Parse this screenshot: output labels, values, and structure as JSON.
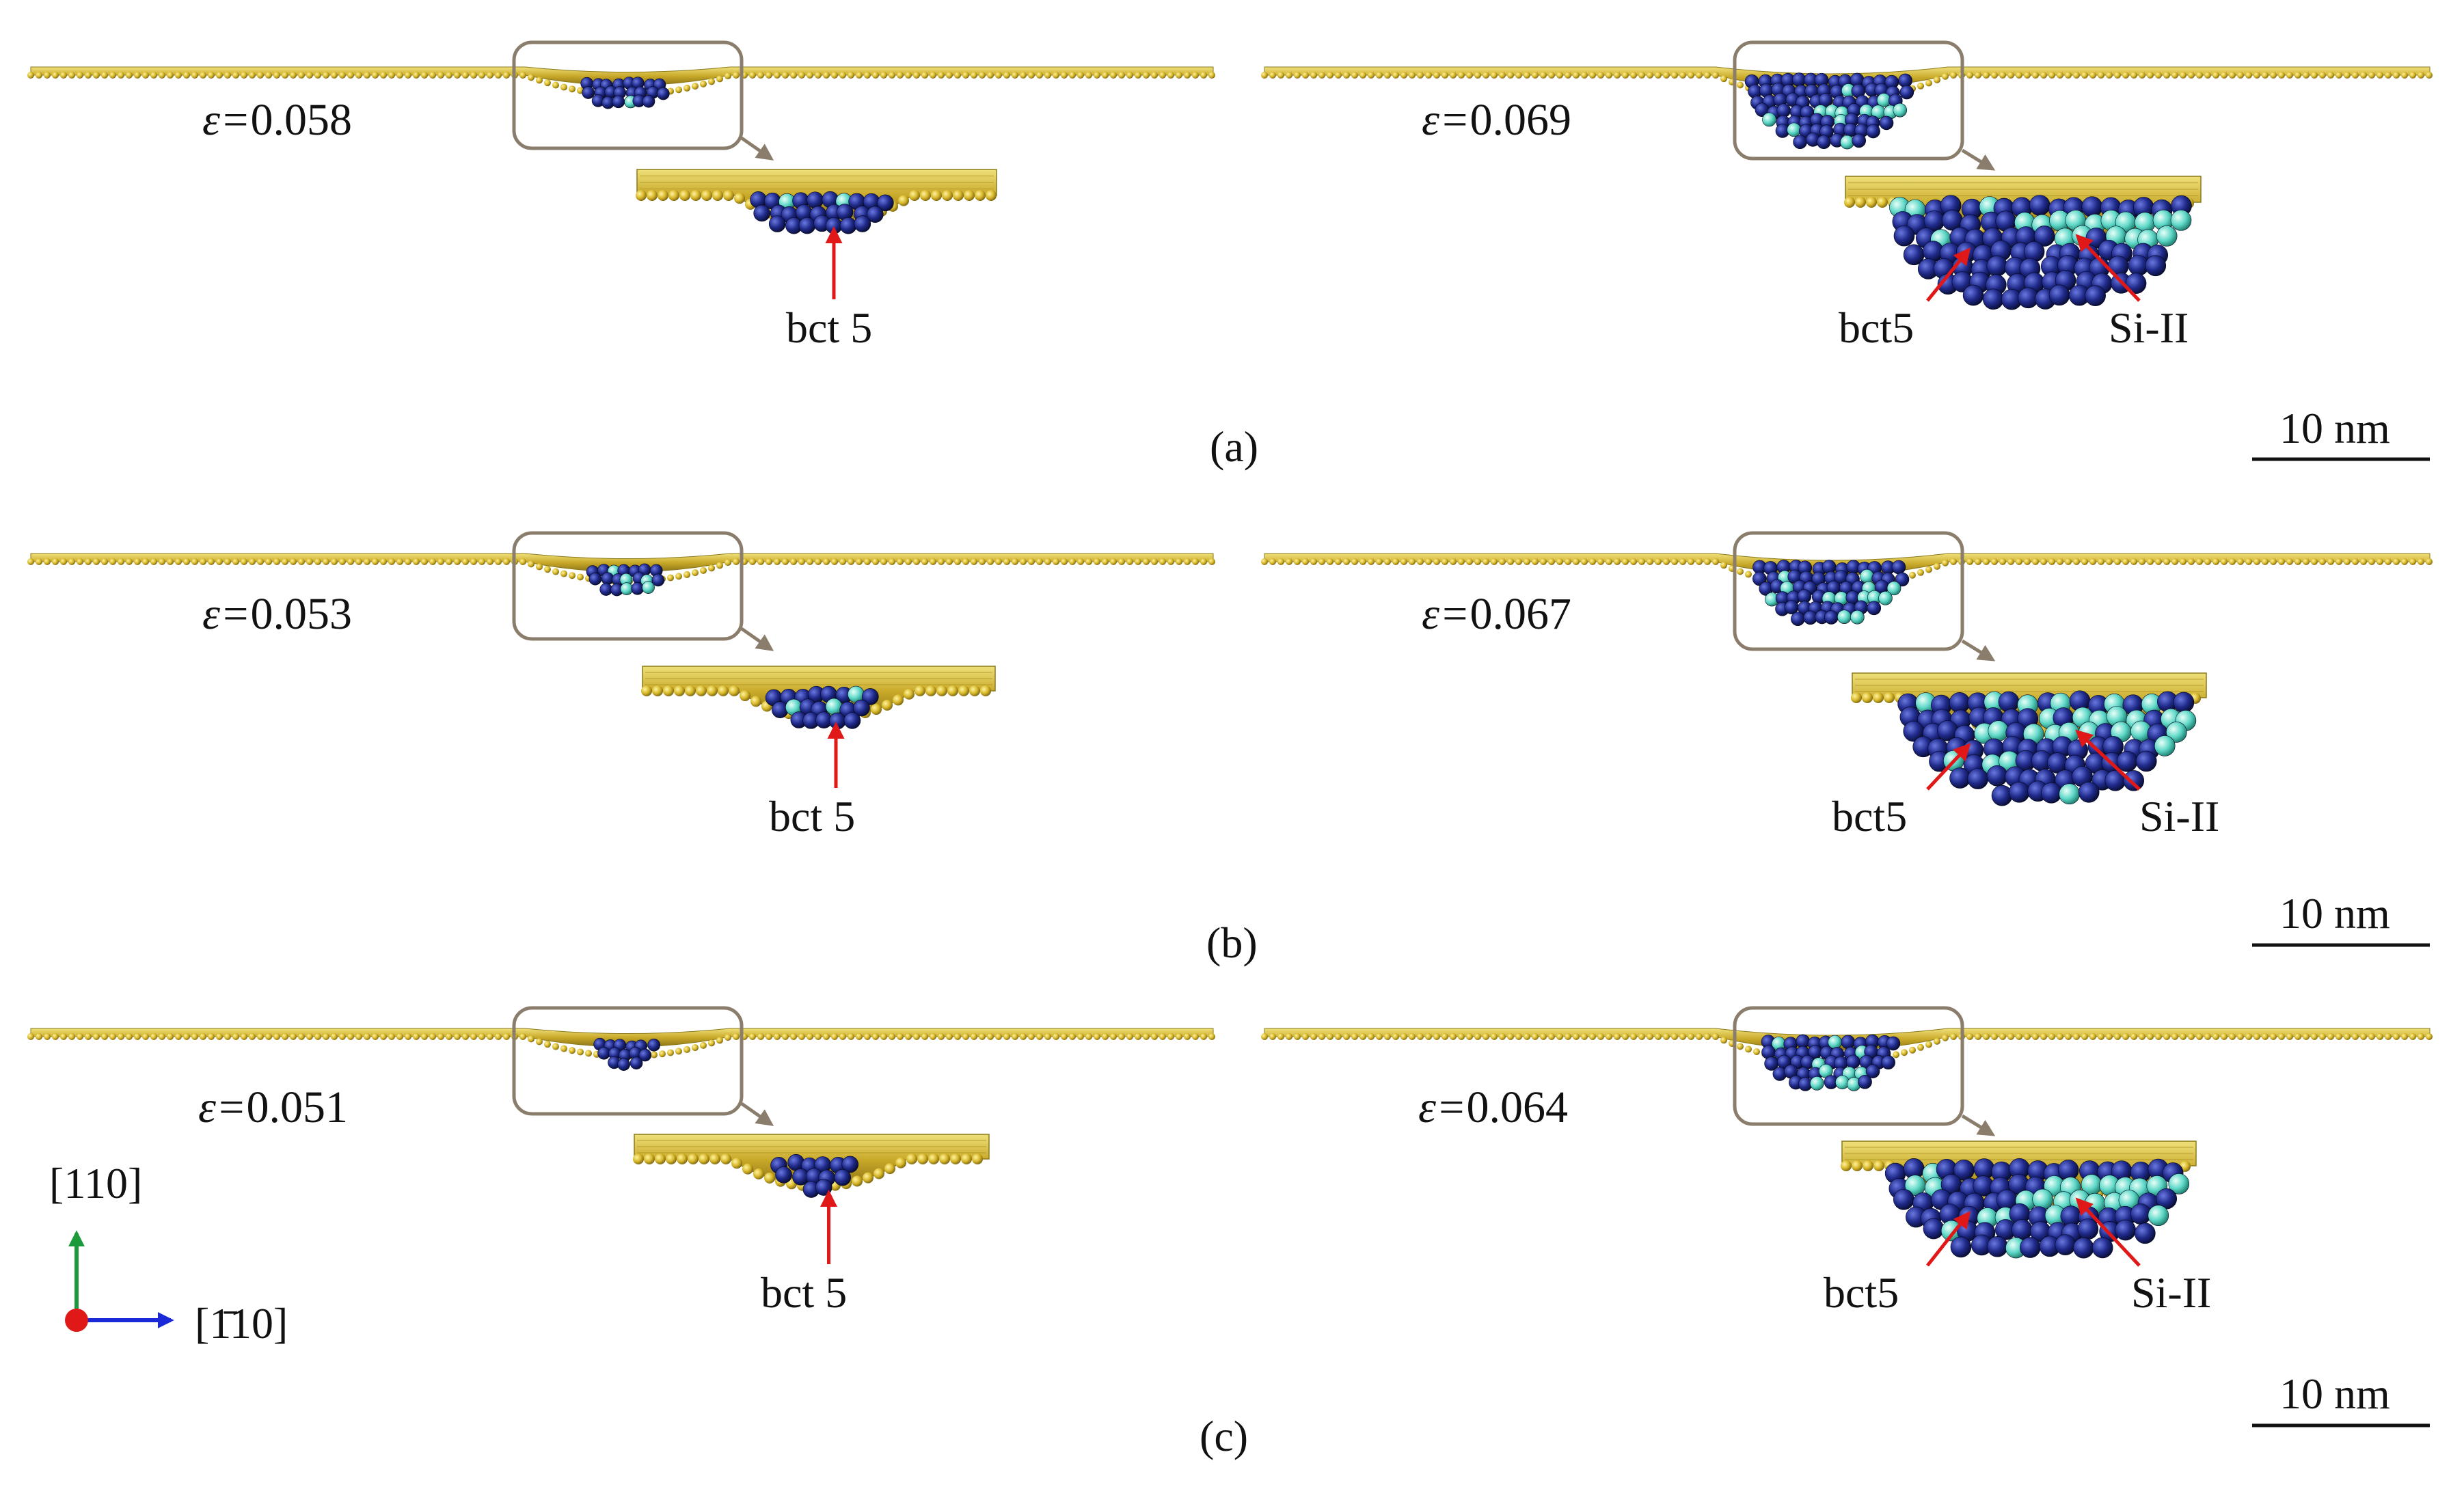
{
  "strain_prefix": "ε=",
  "rows": [
    {
      "panel_label": "(a)",
      "left": {
        "strain": "0.058",
        "annotation": "bct 5"
      },
      "right": {
        "strain": "0.069",
        "annotation_left": "bct5",
        "annotation_right": "Si-II"
      },
      "scale_bar": "10 nm"
    },
    {
      "panel_label": "(b)",
      "left": {
        "strain": "0.053",
        "annotation": "bct 5"
      },
      "right": {
        "strain": "0.067",
        "annotation_left": "bct5",
        "annotation_right": "Si-II"
      },
      "scale_bar": "10 nm"
    },
    {
      "panel_label": "(c)",
      "left": {
        "strain": "0.051",
        "annotation": "bct 5"
      },
      "right": {
        "strain": "0.064",
        "annotation_left": "bct5",
        "annotation_right": "Si-II"
      },
      "scale_bar": "10 nm"
    }
  ],
  "axes": {
    "vertical": "[110]",
    "horizontal": "[1̄10]"
  },
  "colors": {
    "surface_gold": "#d4b82a",
    "surface_dark": "#8a7a1a",
    "bct5_atoms": "#1f2a8a",
    "si2_atoms": "#5fd8c8",
    "callout_box": "#8b7d6b",
    "annotation_arrow": "#e01818",
    "axis_vertical": "#1a9a3a",
    "axis_horizontal": "#1a2ad8",
    "axis_origin": "#e01818"
  }
}
